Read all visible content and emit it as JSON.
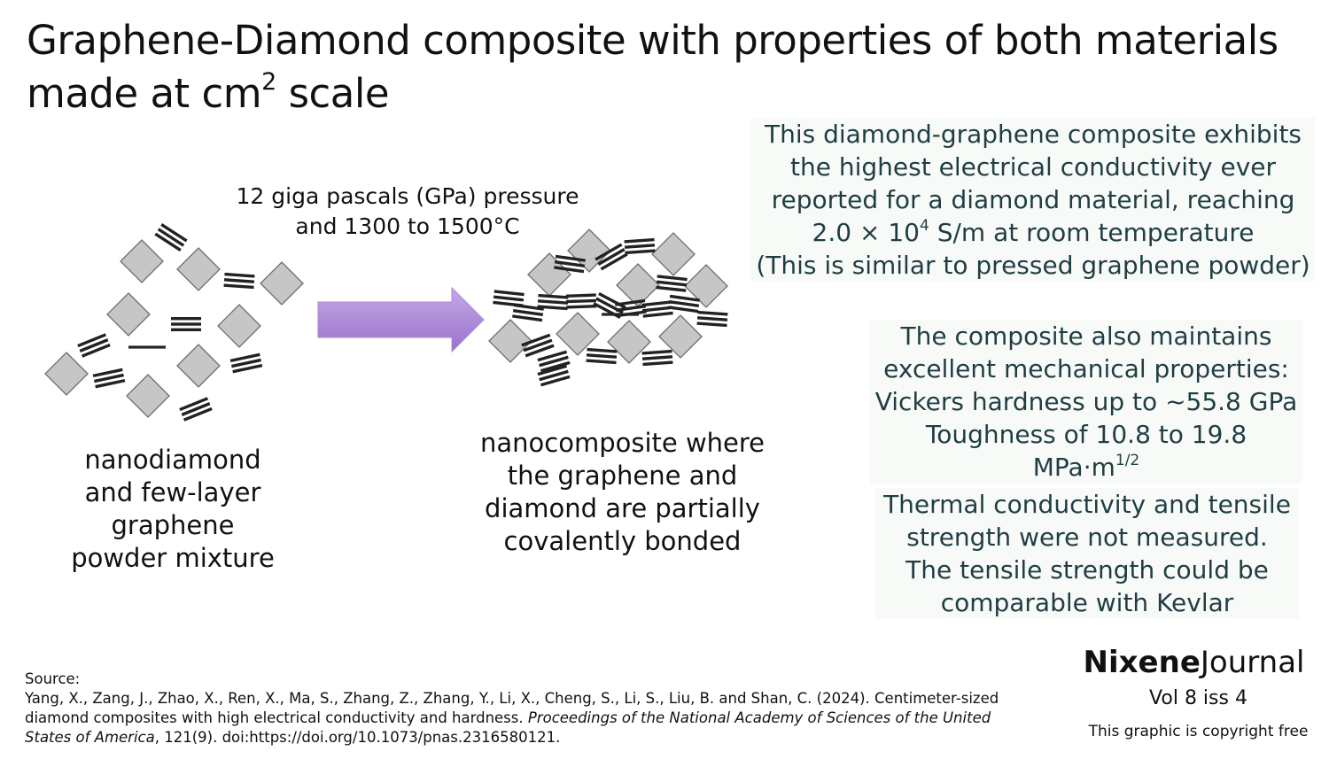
{
  "title": {
    "line1": "Graphene-Diamond composite with properties of both materials",
    "line2_prefix": "made at cm",
    "line2_sup": "2",
    "line2_suffix": " scale"
  },
  "process": {
    "line1": "12 giga pascals (GPa) pressure",
    "line2": "and 1300 to 1500°C"
  },
  "left_caption": [
    "nanodiamond",
    "and few-layer",
    "graphene",
    "powder mixture"
  ],
  "mid_caption": [
    "nanocomposite where",
    "the graphene and",
    "diamond are partially",
    "covalently bonded"
  ],
  "info1": {
    "line1": "This diamond-graphene composite exhibits",
    "line2": "the highest electrical conductivity ever",
    "line3": "reported for a diamond material, reaching",
    "line4_prefix": "2.0 × 10",
    "line4_sup": "4",
    "line4_suffix": " S/m at room temperature",
    "line5": "(This is similar to pressed graphene powder)"
  },
  "info2": {
    "line1": "The composite also maintains",
    "line2": "excellent mechanical properties:",
    "line3": "Vickers hardness up to ~55.8 GPa",
    "line4_prefix": "Toughness of 10.8 to 19.8 MPa·m",
    "line4_sup": "1/2"
  },
  "info3": [
    "Thermal conductivity and tensile",
    "strength were not measured.",
    "The tensile strength could be",
    "comparable with Kevlar"
  ],
  "source": {
    "label": "Source:",
    "authors": "Yang, X., Zang, J., Zhao, X., Ren, X., Ma, S., Zhang, Z., Zhang, Y., Li, X., Cheng, S., Li, S., Liu, B. and Shan, C. (2024). Centimeter-sized diamond composites with high electrical conductivity and hardness. ",
    "journal": "Proceedings of the National Academy of Sciences of the United States of America",
    "tail": ", 121(9). doi:https://doi.org/10.1073/pnas.2316580121."
  },
  "brand": {
    "bold": "Nixene",
    "regular": "Journal"
  },
  "volume": "Vol 8  iss 4",
  "copyright": "This graphic is copyright free",
  "icons": {
    "diamond": "diamond-icon",
    "graphene": "graphene-layers-icon",
    "arrow": "arrow-right-icon"
  },
  "colors": {
    "diamond_fill": "#c6c6c6",
    "diamond_stroke": "#6e6e6e",
    "graphene": "#222222",
    "arrow_top": "#c4a8e6",
    "arrow_bottom": "#9a72cc",
    "info_text": "#1f3e43"
  }
}
